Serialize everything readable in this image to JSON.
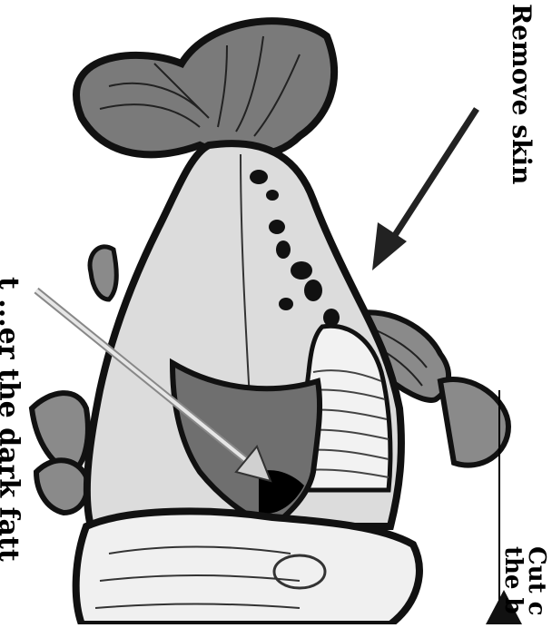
{
  "labels": {
    "remove_skin": "Remove skin",
    "cut_line_1": "Cut c",
    "cut_line_2": "the b",
    "left_partial": "t ...er the dark fatt"
  },
  "colors": {
    "outline": "#111111",
    "tail": "#7a7a7a",
    "body": "#dcdcdc",
    "dark_fat": "#6f6f6f",
    "flesh": "#f2f2f2",
    "arrow_dark": "#222222",
    "arrow_light": "#d0d0d0"
  }
}
